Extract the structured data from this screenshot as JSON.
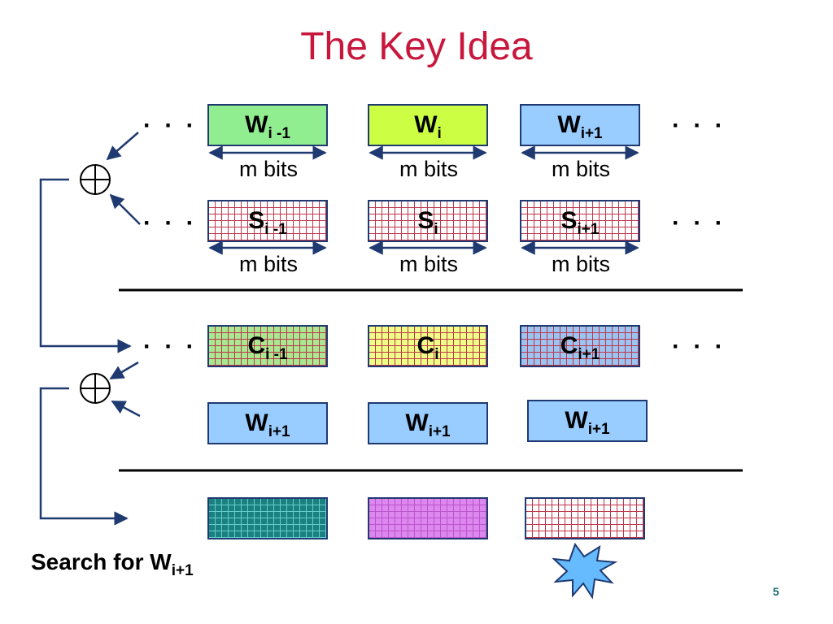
{
  "title": "The Key Idea",
  "ellipsis": "· · ·",
  "width_label": "m bits",
  "xor_symbol": "⊕",
  "row_w": [
    {
      "base": "W",
      "sub": "i -1",
      "color": "#90ee90"
    },
    {
      "base": "W",
      "sub": "i",
      "color": "#ccff44"
    },
    {
      "base": "W",
      "sub": "i+1",
      "color": "#99ccff"
    }
  ],
  "row_s": [
    {
      "base": "S",
      "sub": "i -1"
    },
    {
      "base": "S",
      "sub": "i"
    },
    {
      "base": "S",
      "sub": "i+1"
    }
  ],
  "row_c": [
    {
      "base": "C",
      "sub": "i -1",
      "color": "#a8e890"
    },
    {
      "base": "C",
      "sub": "i",
      "color": "#eeff88"
    },
    {
      "base": "C",
      "sub": "i+1",
      "color": "#9cc4f0"
    }
  ],
  "row_w2": [
    {
      "base": "W",
      "sub": "i+1",
      "color": "#99ccff"
    },
    {
      "base": "W",
      "sub": "i+1",
      "color": "#99ccff"
    },
    {
      "base": "W",
      "sub": "i+1",
      "color": "#99ccff"
    }
  ],
  "row_result": [
    {
      "color": "#1a8080",
      "grid": "#66cccc"
    },
    {
      "color": "#dd88ee",
      "grid": "#bb55cc"
    },
    {
      "color": "#ffffff",
      "grid": "#c0344a"
    }
  ],
  "search_label": {
    "base": "Search for W",
    "sub": "i+1"
  },
  "page_number": "5",
  "colors": {
    "title": "#c8173c",
    "arrow": "#1f3a70",
    "burst": "#66bbff"
  }
}
